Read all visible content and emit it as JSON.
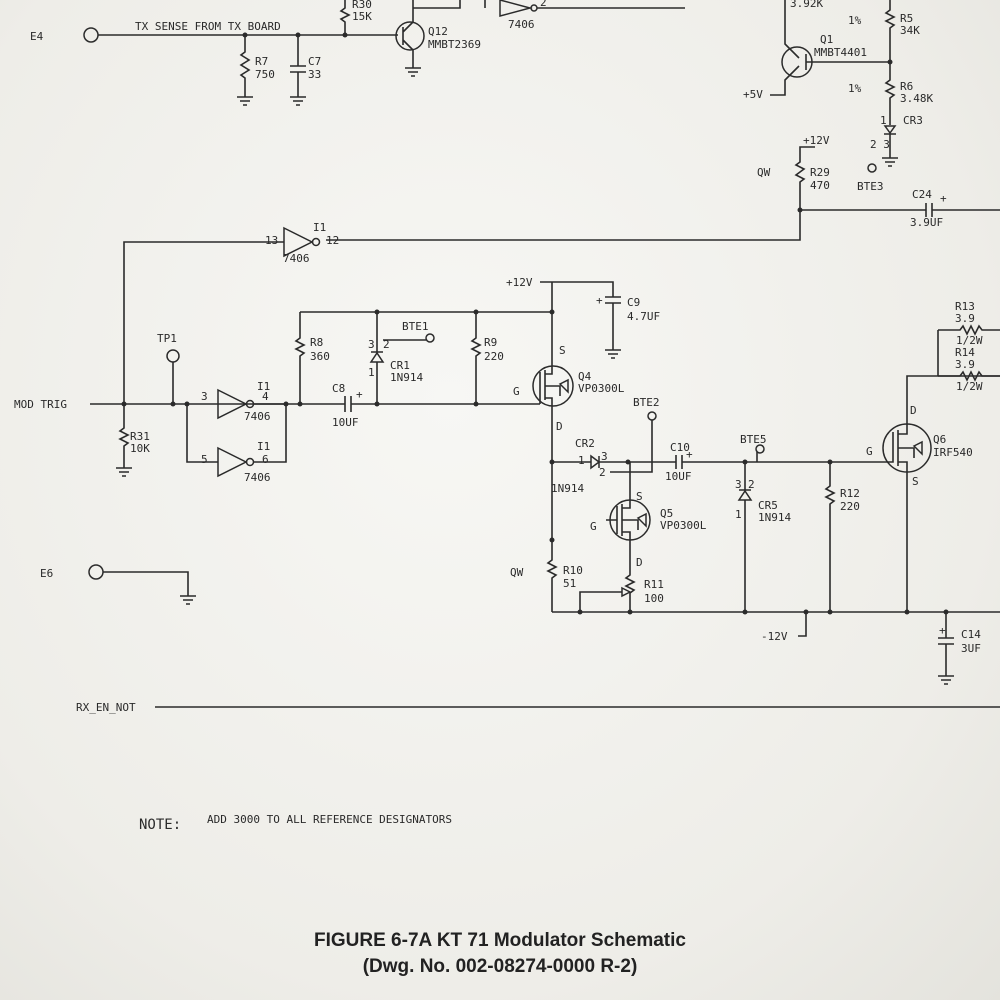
{
  "labels": {
    "e4": "E4",
    "tx_sense": "TX SENSE FROM TX BOARD",
    "r30_name": "R30",
    "r30_val": "15K",
    "q12_name": "Q12",
    "q12_part": "MMBT2369",
    "gate_7406_top": "7406",
    "pin2": "2",
    "r7_name": "R7",
    "r7_val": "750",
    "c7_name": "C7",
    "c7_val": "33",
    "r4_val": "3.92K",
    "pct1": "1%",
    "pct2": "1%",
    "r5_name": "R5",
    "r5_val": "34K",
    "q1_name": "Q1",
    "q1_part": "MMBT4401",
    "plus5v": "+5V",
    "r6_name": "R6",
    "r6_val": "3.48K",
    "cr3_pin1": "1",
    "cr3_name": "CR3",
    "cr3_pins": "2 3",
    "bte3": "BTE3",
    "plus12v_a": "+12V",
    "qw_a": "QW",
    "r29_name": "R29",
    "r29_val": "470",
    "c24_name": "C24",
    "c24_val": "3.9UF",
    "c24_plus": "+",
    "i1_name": "I1",
    "pin13": "13",
    "pin12": "12",
    "i1_part": "7406",
    "plus12v_b": "+12V",
    "c9_name": "C9",
    "c9_val": "4.7UF",
    "c9_plus": "+",
    "tp1": "TP1",
    "r8_name": "R8",
    "r8_val": "360",
    "cr1_pin3": "3",
    "cr1_pin2": "2",
    "cr1_pin1": "1",
    "cr1_name": "CR1",
    "cr1_part": "1N914",
    "bte1": "BTE1",
    "r9_name": "R9",
    "r9_val": "220",
    "r13_name": "R13",
    "r13_val": "3.9",
    "r13_w": "1/2W",
    "r14_name": "R14",
    "r14_val": "3.9",
    "r14_w": "1/2W",
    "mod_trig": "MOD TRIG",
    "pin3": "3",
    "i1b_name": "I1",
    "pin4": "4",
    "i1b_part": "7406",
    "pin5": "5",
    "i1c_name": "I1",
    "pin6": "6",
    "i1c_part": "7406",
    "c8_name": "C8",
    "c8_val": "10UF",
    "c8_plus": "+",
    "q4_s": "S",
    "q4_g": "G",
    "q4_d": "D",
    "q4_name": "Q4",
    "q4_part": "VP0300L",
    "bte2": "BTE2",
    "r31_name": "R31",
    "r31_val": "10K",
    "cr2_name": "CR2",
    "cr2_pin1": "1",
    "cr2_pin3": "3",
    "cr2_pin2": "2",
    "cr2_part": "1N914",
    "c10_name": "C10",
    "c10_val": "10UF",
    "c10_plus": "+",
    "bte5": "BTE5",
    "cr5_pin3": "3",
    "cr5_pin2": "2",
    "cr5_pin1": "1",
    "cr5_name": "CR5",
    "cr5_part": "1N914",
    "r12_name": "R12",
    "r12_val": "220",
    "q6_d": "D",
    "q6_g": "G",
    "q6_s": "S",
    "q6_name": "Q6",
    "q6_part": "IRF540",
    "q5_s": "S",
    "q5_g": "G",
    "q5_d": "D",
    "q5_name": "Q5",
    "q5_part": "VP0300L",
    "e6": "E6",
    "qw_b": "QW",
    "r10_name": "R10",
    "r10_val": "51",
    "r11_name": "R11",
    "r11_val": "100",
    "minus12v": "-12V",
    "c14_name": "C14",
    "c14_val": "3UF",
    "c14_plus": "+",
    "rx_en_not": "RX_EN_NOT",
    "note_label": "NOTE:",
    "note_text": "ADD 3000 TO ALL REFERENCE DESIGNATORS"
  },
  "caption": {
    "line1": "FIGURE 6-7A KT 71 Modulator Schematic",
    "line2": "(Dwg. No. 002-08274-0000 R-2)"
  },
  "colors": {
    "ink": "#2b2b2b",
    "paper": "#f3f3ef"
  }
}
